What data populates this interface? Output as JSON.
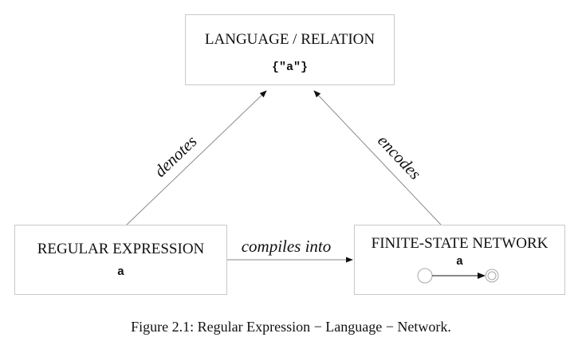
{
  "diagram": {
    "language_box": {
      "title": "LANGUAGE / RELATION",
      "content": "{\"a\"}"
    },
    "regex_box": {
      "title": "REGULAR EXPRESSION",
      "content": "a"
    },
    "network_box": {
      "title": "FINITE-STATE NETWORK",
      "arc_label": "a"
    },
    "edges": {
      "denotes": "denotes",
      "encodes": "encodes",
      "compiles_into": "compiles into"
    },
    "caption": "Figure 2.1: Regular Expression − Language − Network."
  }
}
